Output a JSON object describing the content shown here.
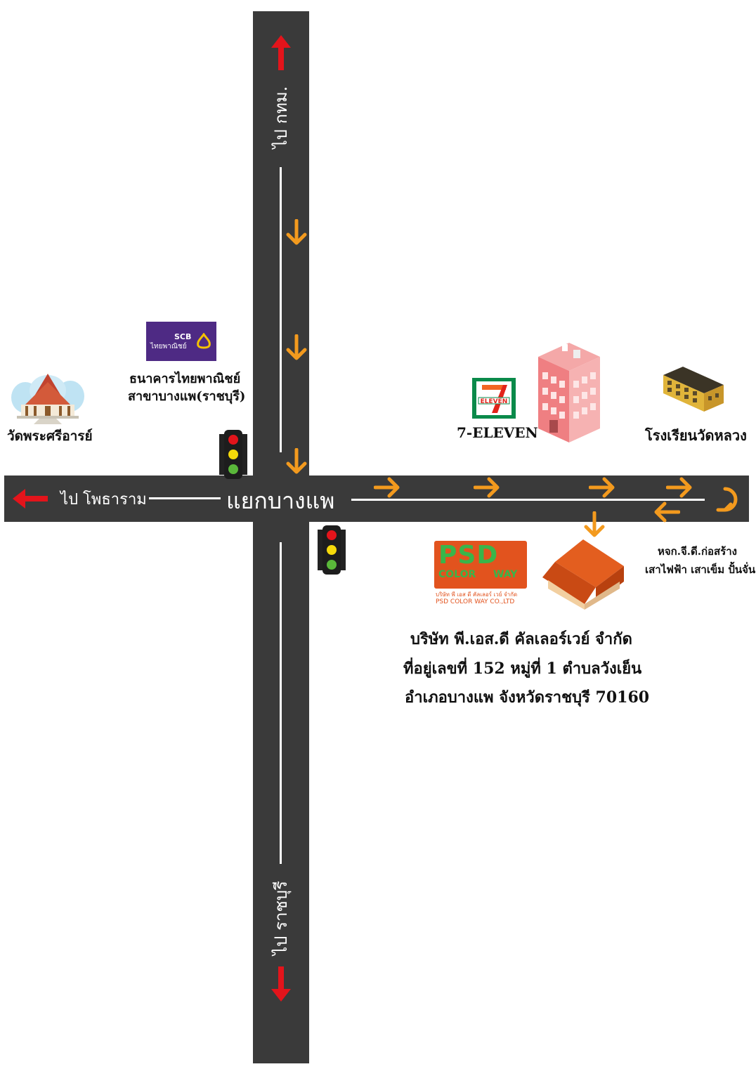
{
  "directions": {
    "north": "ไป กทม.",
    "south": "ไป ราชบุรี",
    "west": "ไป โพธาราม"
  },
  "intersection": "แยกบางแพ",
  "landmarks": {
    "temple": "วัดพระศรีอารย์",
    "bank_line1": "ธนาคารไทยพาณิชย์",
    "bank_line2": "สาขาบางแพ(ราชบุรี)",
    "seven_eleven": "7-ELEVEN",
    "school": "โรงเรียนวัดหลวง",
    "supplier_line1": "หจก.จี.ดี.ก่อสร้าง",
    "supplier_line2": "เสาไฟฟ้า เสาเข็ม ปั้นจั่น"
  },
  "scb_logo": {
    "line1": "SCB",
    "line2": "ไทยพาณิชย์"
  },
  "seven_logo": {
    "text": "ELEVEN"
  },
  "psd_logo": {
    "line1": "PSD",
    "line2": "COLOR",
    "line3": "WAY",
    "thai": "บริษัท พี เอส ดี คัลเลอร์ เวย์ จำกัด",
    "english": "PSD COLOR WAY CO.,LTD"
  },
  "company": {
    "line1": "บริษัท พี.เอส.ดี คัลเลอร์เวย์ จำกัด",
    "line2": "ที่อยู่เลขที่ 152 หมู่ที่ 1 ตำบลวังเย็น",
    "line3": "อำเภอบางแพ จังหวัดราชบุรี 70160"
  },
  "colors": {
    "road": "#3a3a3a",
    "arrow_orange": "#f39a1e",
    "arrow_red": "#e3141b",
    "scb_purple": "#4e2a84",
    "seven_green": "#0a8a4a",
    "seven_orange": "#f26522",
    "seven_red": "#e2231a",
    "psd_orange": "#e2531e",
    "psd_green": "#39b54a"
  }
}
